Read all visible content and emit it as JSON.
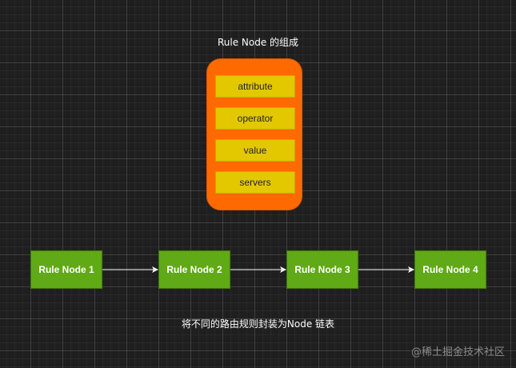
{
  "diagram": {
    "title": "Rule Node 的组成",
    "fields": [
      "attribute",
      "operator",
      "value",
      "servers"
    ],
    "nodes": [
      "Rule Node 1",
      "Rule Node 2",
      "Rule Node 3",
      "Rule Node 4"
    ],
    "caption": "将不同的路由规则封装为Node 链表"
  },
  "watermark": "@稀土掘金技术社区",
  "colors": {
    "background": "#1f1f1f",
    "container": "#ff6a00",
    "field": "#e3c800",
    "node": "#60a917",
    "arrow": "#ffffff"
  }
}
